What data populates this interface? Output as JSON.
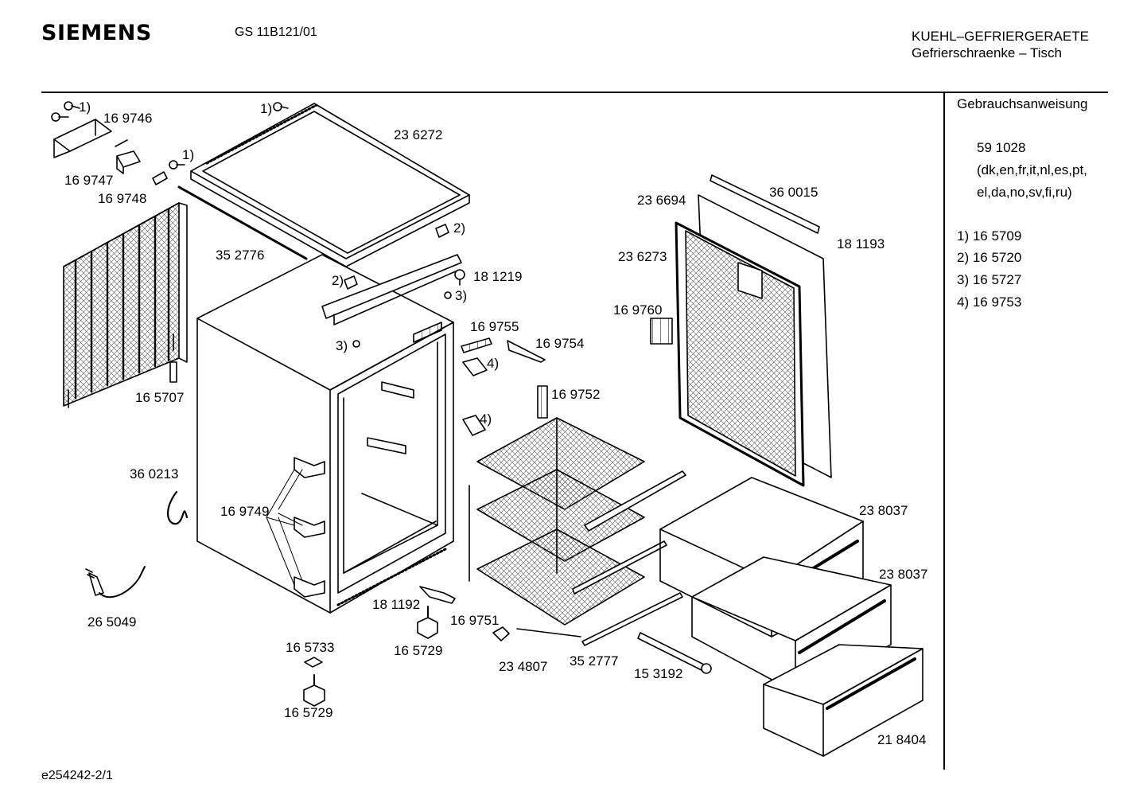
{
  "header": {
    "brand": "SIEMENS",
    "model": "GS 11B121/01",
    "category_line1": "KUEHL–GEFRIERGERAETE",
    "category_line2": "Gefrierschraenke – Tisch"
  },
  "sidebar": {
    "title": "Gebrauchsanweisung",
    "manual_number": "59 1028",
    "languages_line1": "(dk,en,fr,it,nl,es,pt,",
    "languages_line2": "el,da,no,sv,fi,ru)",
    "footnotes": [
      "1) 16 5709",
      "2) 16 5720",
      "3) 16 5727",
      "4) 16 9753"
    ]
  },
  "parts": {
    "p169746": "16 9746",
    "p169747": "16 9747",
    "p169748": "16 9748",
    "p236272": "23 6272",
    "p352776": "35 2776",
    "p165707": "16 5707",
    "p360213": "36 0213",
    "p169749": "16 9749",
    "p265049": "26 5049",
    "p181219": "18 1219",
    "p169755": "16 9755",
    "p169754": "16 9754",
    "p169752": "16 9752",
    "p181192": "18 1192",
    "p165729a": "16 5729",
    "p169751": "16 9751",
    "p165733": "16 5733",
    "p165729b": "16 5729",
    "p234807": "23 4807",
    "p352777": "35 2777",
    "p153192": "15 3192",
    "p236694": "23 6694",
    "p360015": "36 0015",
    "p181193": "18 1193",
    "p236273": "23 6273",
    "p169760": "16 9760",
    "p238037a": "23 8037",
    "p238037b": "23 8037",
    "p218404": "21 8404"
  },
  "callouts": {
    "c1": "1)",
    "c2": "2)",
    "c3": "3)",
    "c4": "4)"
  },
  "footer": {
    "drawing_id": "e254242-2/1"
  }
}
